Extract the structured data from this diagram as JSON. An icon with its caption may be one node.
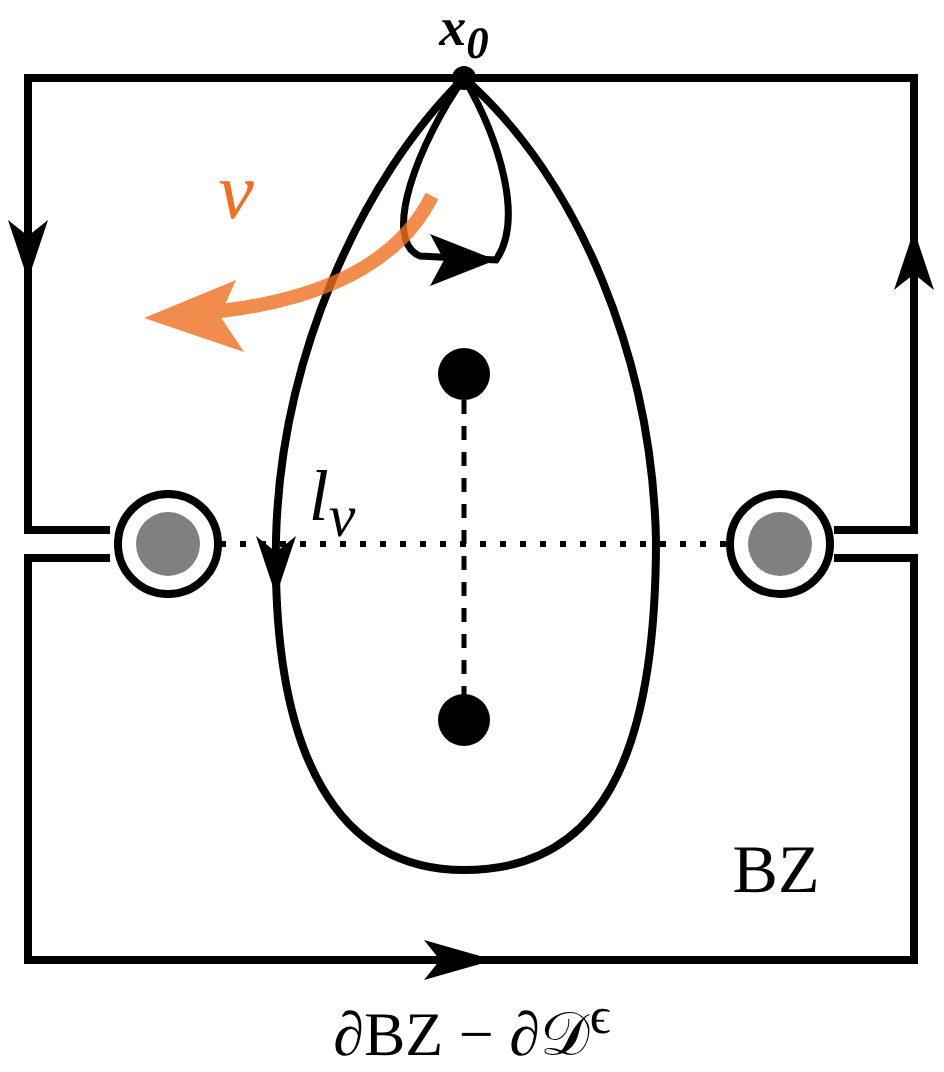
{
  "diagram": {
    "labels": [
      "x$_{0}$",
      "ν",
      "l$_{ν}$",
      "BZ",
      "∂BZ − ∂𝒟$^{ϵ}$"
    ]
  }
}
